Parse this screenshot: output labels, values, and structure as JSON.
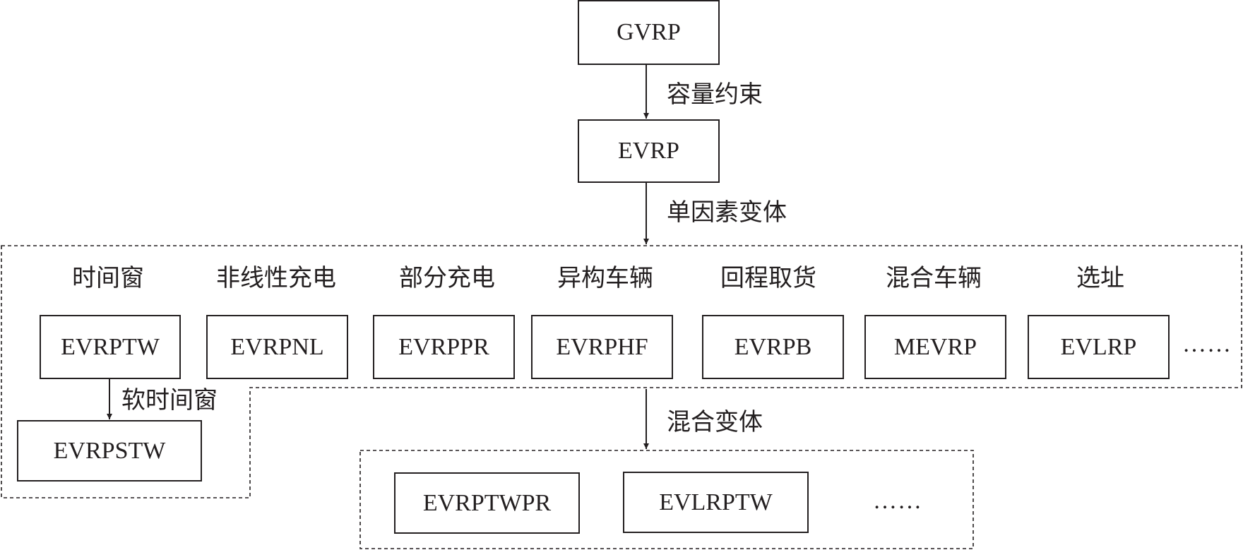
{
  "nodes": {
    "gvrp": "GVRP",
    "evrp": "EVRP",
    "evrptw": "EVRPTW",
    "evrpnl": "EVRPNL",
    "evrppr": "EVRPPR",
    "evrphf": "EVRPHF",
    "evrpb": "EVRPB",
    "mevrp": "MEVRP",
    "evlrp": "EVLRP",
    "evrpstw": "EVRPSTW",
    "evrptwpr": "EVRPTWPR",
    "evlrptw": "EVLRPTW"
  },
  "edges": {
    "capacity": "容量约束",
    "single_factor": "单因素变体",
    "soft_tw": "软时间窗",
    "mixed": "混合变体"
  },
  "categories": {
    "time_window": "时间窗",
    "nonlinear": "非线性充电",
    "partial": "部分充电",
    "hetero": "异构车辆",
    "backhaul": "回程取货",
    "mixed_fleet": "混合车辆",
    "location": "选址"
  },
  "ellipsis": {
    "row": "……",
    "bottom": "……"
  }
}
